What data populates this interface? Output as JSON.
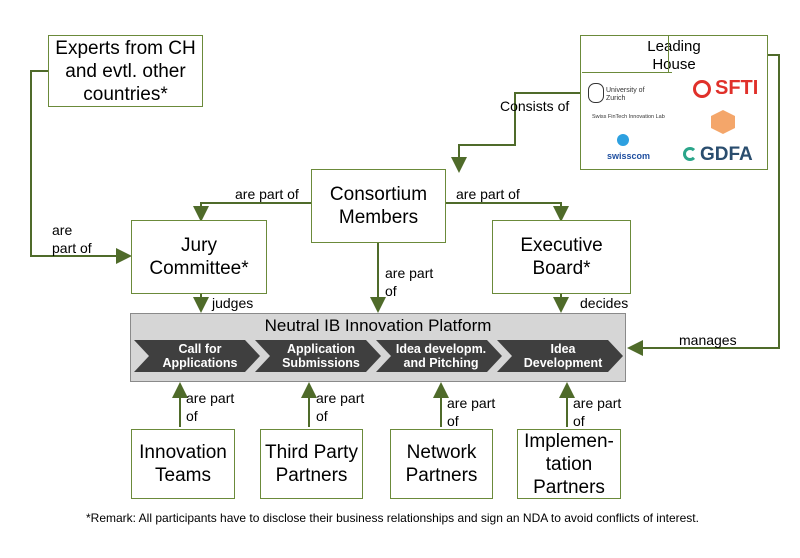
{
  "experts": "Experts from CH and evtl. other countries*",
  "leading_house": {
    "title": "Leading House",
    "logos": {
      "uzh": "University of Zurich",
      "uzh_sub": "Swiss FinTech Innovation Lab",
      "sfti": "SFTI",
      "swisscom": "swisscom",
      "gdfa": "GDFA"
    }
  },
  "consortium": "Consortium Members",
  "jury": "Jury Committee*",
  "executive": "Executive Board*",
  "platform": {
    "title": "Neutral IB Innovation Platform",
    "stages": [
      "Call for Applications",
      "Application Submissions",
      "Idea developm. and Pitching",
      "Idea Development"
    ]
  },
  "participants": [
    "Innovation Teams",
    "Third Party Partners",
    "Network Partners",
    "Implemen-tation Partners"
  ],
  "labels": {
    "consists_of": "Consists of",
    "are_part_of": "are part of",
    "are_part": "are part",
    "of": "of",
    "are": "are",
    "part_of": "part of",
    "judges": "judges",
    "decides": "decides",
    "manages": "manages"
  },
  "remark": "*Remark: All participants have to disclose their business relationships and sign an NDA to avoid conflicts of interest.",
  "colors": {
    "line": "#4f6b2a",
    "chevron": "#3f3f3f",
    "platform": "#d6d6d6"
  }
}
